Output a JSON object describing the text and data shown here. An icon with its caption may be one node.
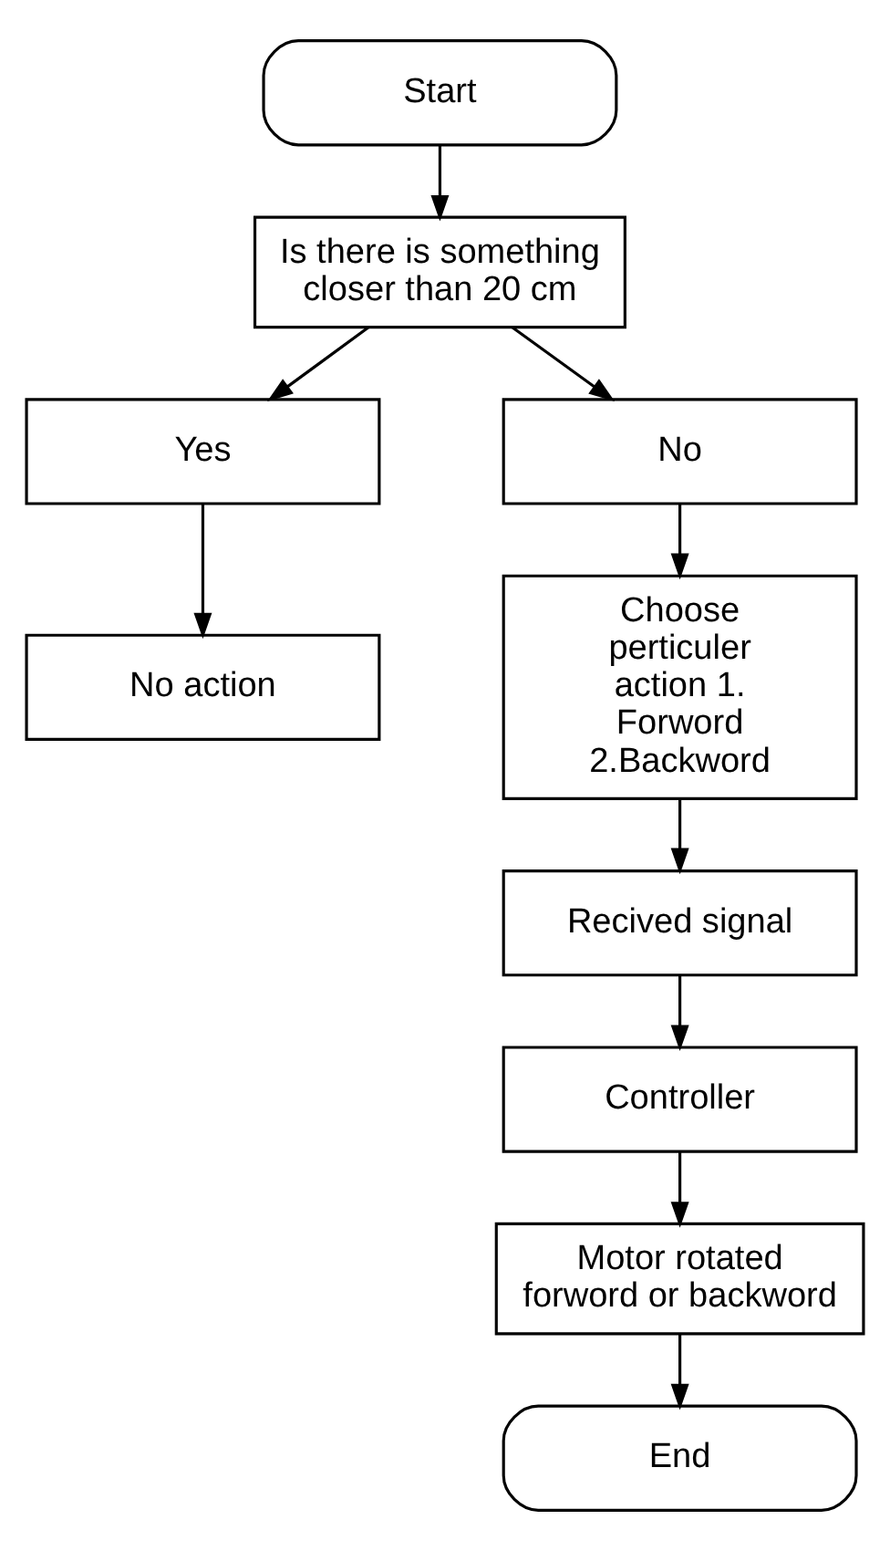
{
  "diagram": {
    "nodes": [
      {
        "text": [
          "Start"
        ]
      },
      {
        "text": [
          "Is there is something closer than 20 cm"
        ]
      },
      {
        "text": [
          "Yes"
        ]
      },
      {
        "text": [
          "No"
        ]
      },
      {
        "text": [
          "No action"
        ]
      },
      {
        "text": [
          "Choose perticuler action 1. Forword 2.Backword"
        ]
      },
      {
        "text": [
          "Recived signal"
        ]
      },
      {
        "text": [
          "Controller"
        ]
      },
      {
        "text": [
          "Motor rotated forword or backword"
        ]
      },
      {
        "text": [
          "End"
        ]
      }
    ],
    "edges": [
      {
        "from": 0,
        "to": 1,
        "arrow": "to"
      },
      {
        "from": 1,
        "to": 2,
        "arrow": "to"
      },
      {
        "from": 1,
        "to": 3,
        "arrow": "to"
      },
      {
        "from": 2,
        "to": 4,
        "arrow": "to"
      },
      {
        "from": 3,
        "to": 5,
        "arrow": "to"
      },
      {
        "from": 5,
        "to": 6,
        "arrow": "to"
      },
      {
        "from": 6,
        "to": 7,
        "arrow": "to"
      },
      {
        "from": 7,
        "to": 8,
        "arrow": "to"
      },
      {
        "from": 8,
        "to": 9,
        "arrow": "to"
      }
    ]
  }
}
